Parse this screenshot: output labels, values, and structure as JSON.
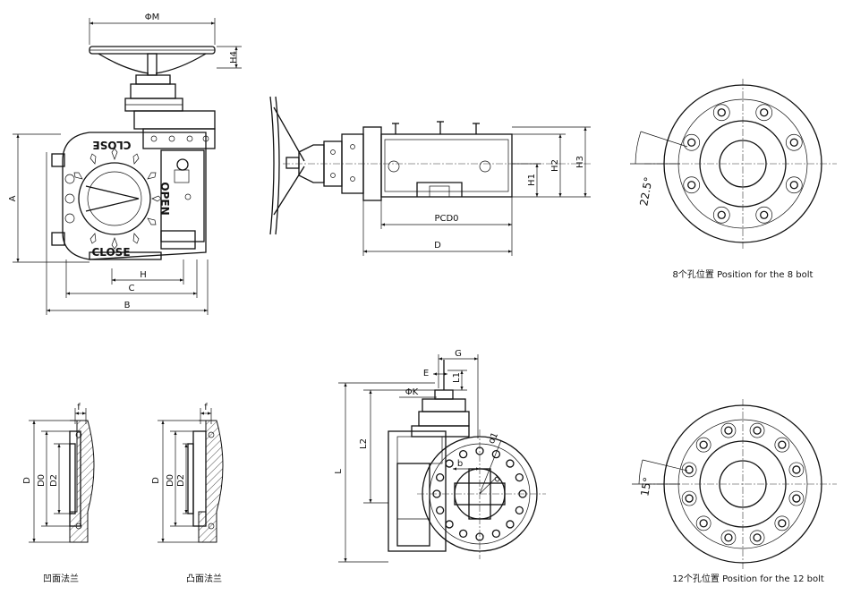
{
  "labels": {
    "phi_m": "ΦM",
    "h4": "H4",
    "a": "A",
    "h": "H",
    "c": "C",
    "b": "B",
    "close_top": "CLOSE",
    "close_bottom": "CLOSE",
    "open": "OPEN",
    "h1": "H1",
    "h2": "H2",
    "h3": "H3",
    "pcd0": "PCD0",
    "d_side": "D",
    "angle_8": "22.5°",
    "angle_12": "15°",
    "caption_8": "8个孔位置 Position for the 8 bolt",
    "caption_12": "12个孔位置 Position for the 12 bolt",
    "g": "G",
    "e": "E",
    "l1": "L1",
    "phi_k": "ΦK",
    "l2": "L2",
    "l": "L",
    "d1": "d1",
    "b_small": "b",
    "d_small": "d",
    "f1": "f",
    "f2": "f",
    "d_flange1": "D",
    "d0_flange1": "D0",
    "d2_flange1": "D2",
    "d_flange2": "D",
    "d0_flange2": "D0",
    "d2_flange2": "D2",
    "caption_recess": "凹面法兰",
    "caption_raised": "凸面法兰"
  }
}
